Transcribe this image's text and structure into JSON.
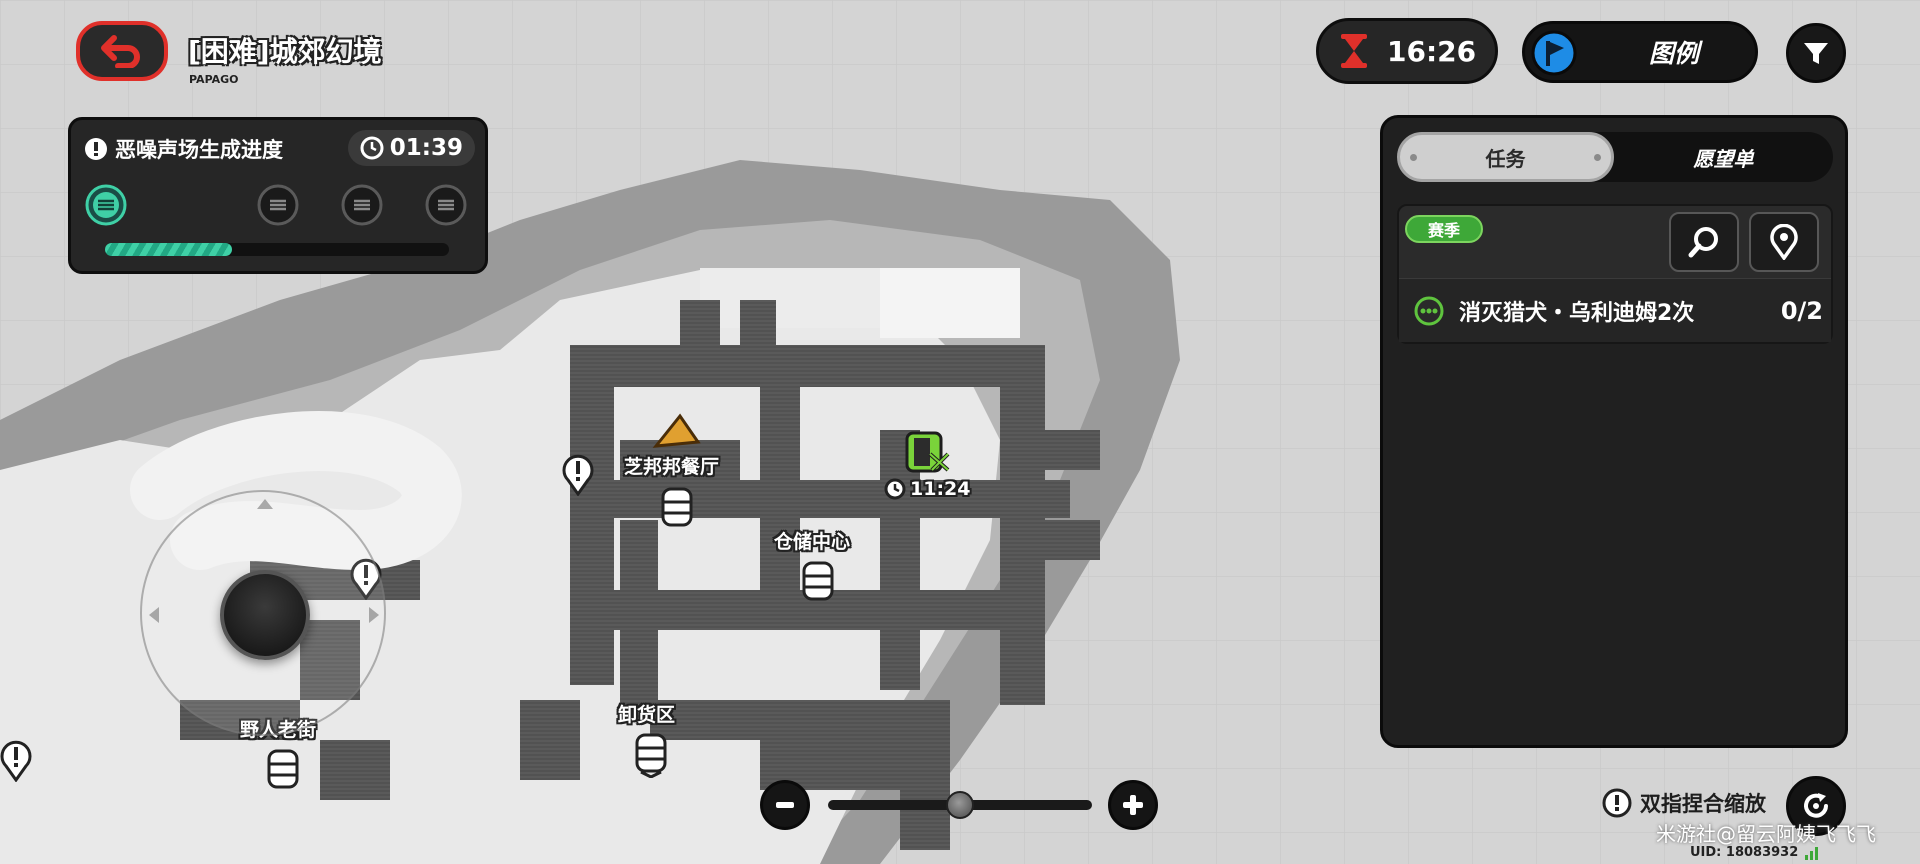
{
  "header": {
    "title": "[困难]城郊幻境",
    "subtitle": "PAPAGO"
  },
  "progress": {
    "label": "恶噪声场生成进度",
    "timer": "01:39",
    "fill_fraction": 0.37,
    "nodes": 4,
    "active_node": 0
  },
  "clock": {
    "time": "16:26"
  },
  "legend": {
    "label": "图例"
  },
  "task_panel": {
    "tabs": [
      {
        "label": "任务",
        "active": true
      },
      {
        "label": "愿望单",
        "active": false
      }
    ],
    "season_badge": "赛季",
    "quests": [
      {
        "name": "消灭猎犬・乌利迪姆2次",
        "count": "0/2"
      }
    ]
  },
  "map": {
    "labels": {
      "restaurant": "芝邦邦餐厅",
      "warehouse": "仓储中心",
      "unloading": "卸货区",
      "old_street": "野人老街"
    },
    "event_timer": "11:24"
  },
  "zoom": {
    "level_fraction": 0.5
  },
  "hint": {
    "text": "双指捏合缩放"
  },
  "watermark": {
    "text": "米游社@留云阿姨飞飞飞",
    "uid": "UID: 18083932"
  },
  "colors": {
    "accent_red": "#e0302a",
    "accent_blue": "#1e8ce6",
    "accent_green": "#3ea838",
    "progress_teal": "#3fd0a6",
    "panel_bg": "#202020"
  },
  "icons": {
    "back": "back-arrow-icon",
    "hourglass": "hourglass-icon",
    "legend": "flag-icon",
    "filter": "filter-funnel-icon",
    "search": "search-icon",
    "locate": "map-pin-icon",
    "quest": "dots-circle-icon",
    "zoom_out": "minus-icon",
    "zoom_in": "plus-icon",
    "recenter": "recenter-icon",
    "hint": "exclamation-icon",
    "storage": "barrel-icon",
    "alert": "exclamation-pin-icon"
  }
}
